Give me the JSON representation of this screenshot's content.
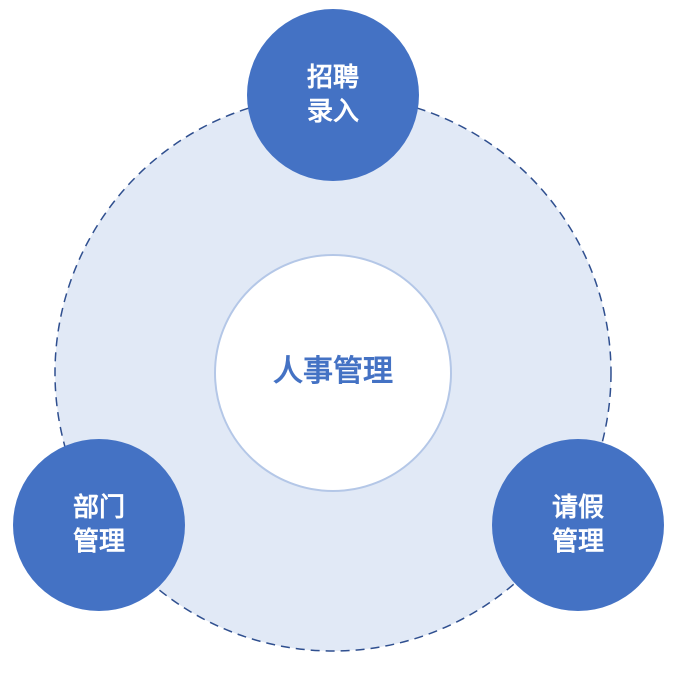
{
  "center": {
    "label": "人事管理"
  },
  "nodes": [
    {
      "line1": "招聘",
      "line2": "录入"
    },
    {
      "line1": "部门",
      "line2": "管理"
    },
    {
      "line1": "请假",
      "line2": "管理"
    }
  ],
  "colors": {
    "node": "#4472c4",
    "ring_fill": "#e1e9f6",
    "ring_stroke": "#2f4f8f",
    "center_stroke": "#b4c7e7"
  }
}
